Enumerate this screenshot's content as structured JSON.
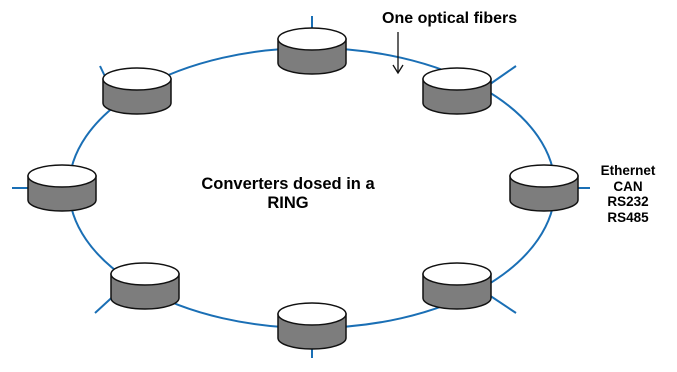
{
  "colors": {
    "ring": "#1a6fb5",
    "converter_body": "#7d7d7d",
    "converter_top": "#ffffff",
    "converter_outline": "#111111"
  },
  "fiber_label": "One optical fibers",
  "center_label": {
    "line1": "Converters dosed in a",
    "line2": "RING"
  },
  "interfaces": [
    "Ethernet",
    "CAN",
    "RS232",
    "RS485"
  ],
  "converters": [
    {
      "name": "converter-top"
    },
    {
      "name": "converter-top-right"
    },
    {
      "name": "converter-right"
    },
    {
      "name": "converter-bottom-right"
    },
    {
      "name": "converter-bottom"
    },
    {
      "name": "converter-bottom-left"
    },
    {
      "name": "converter-left"
    },
    {
      "name": "converter-top-left"
    }
  ]
}
